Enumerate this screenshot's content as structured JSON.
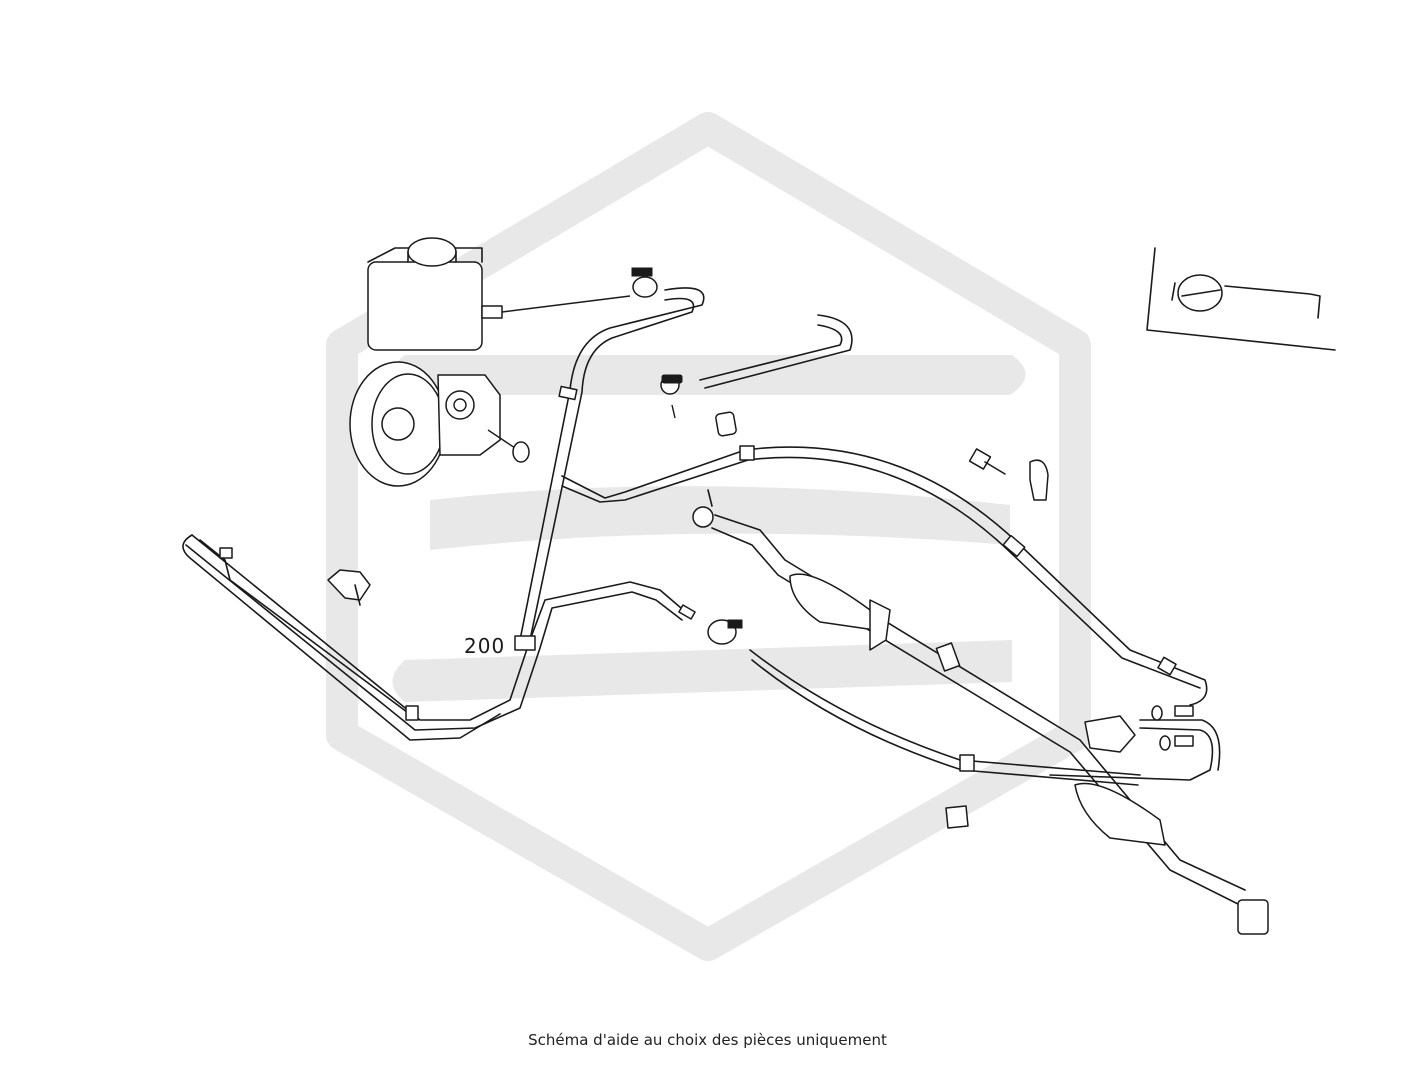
{
  "diagram": {
    "callouts": [
      {
        "id": "200",
        "label": "200"
      }
    ],
    "caption": "Schéma d'aide au choix des pièces uniquement",
    "watermark": {
      "kind": "logo",
      "color": "#e6e6e6"
    },
    "line_color": "#1a1a1a"
  }
}
